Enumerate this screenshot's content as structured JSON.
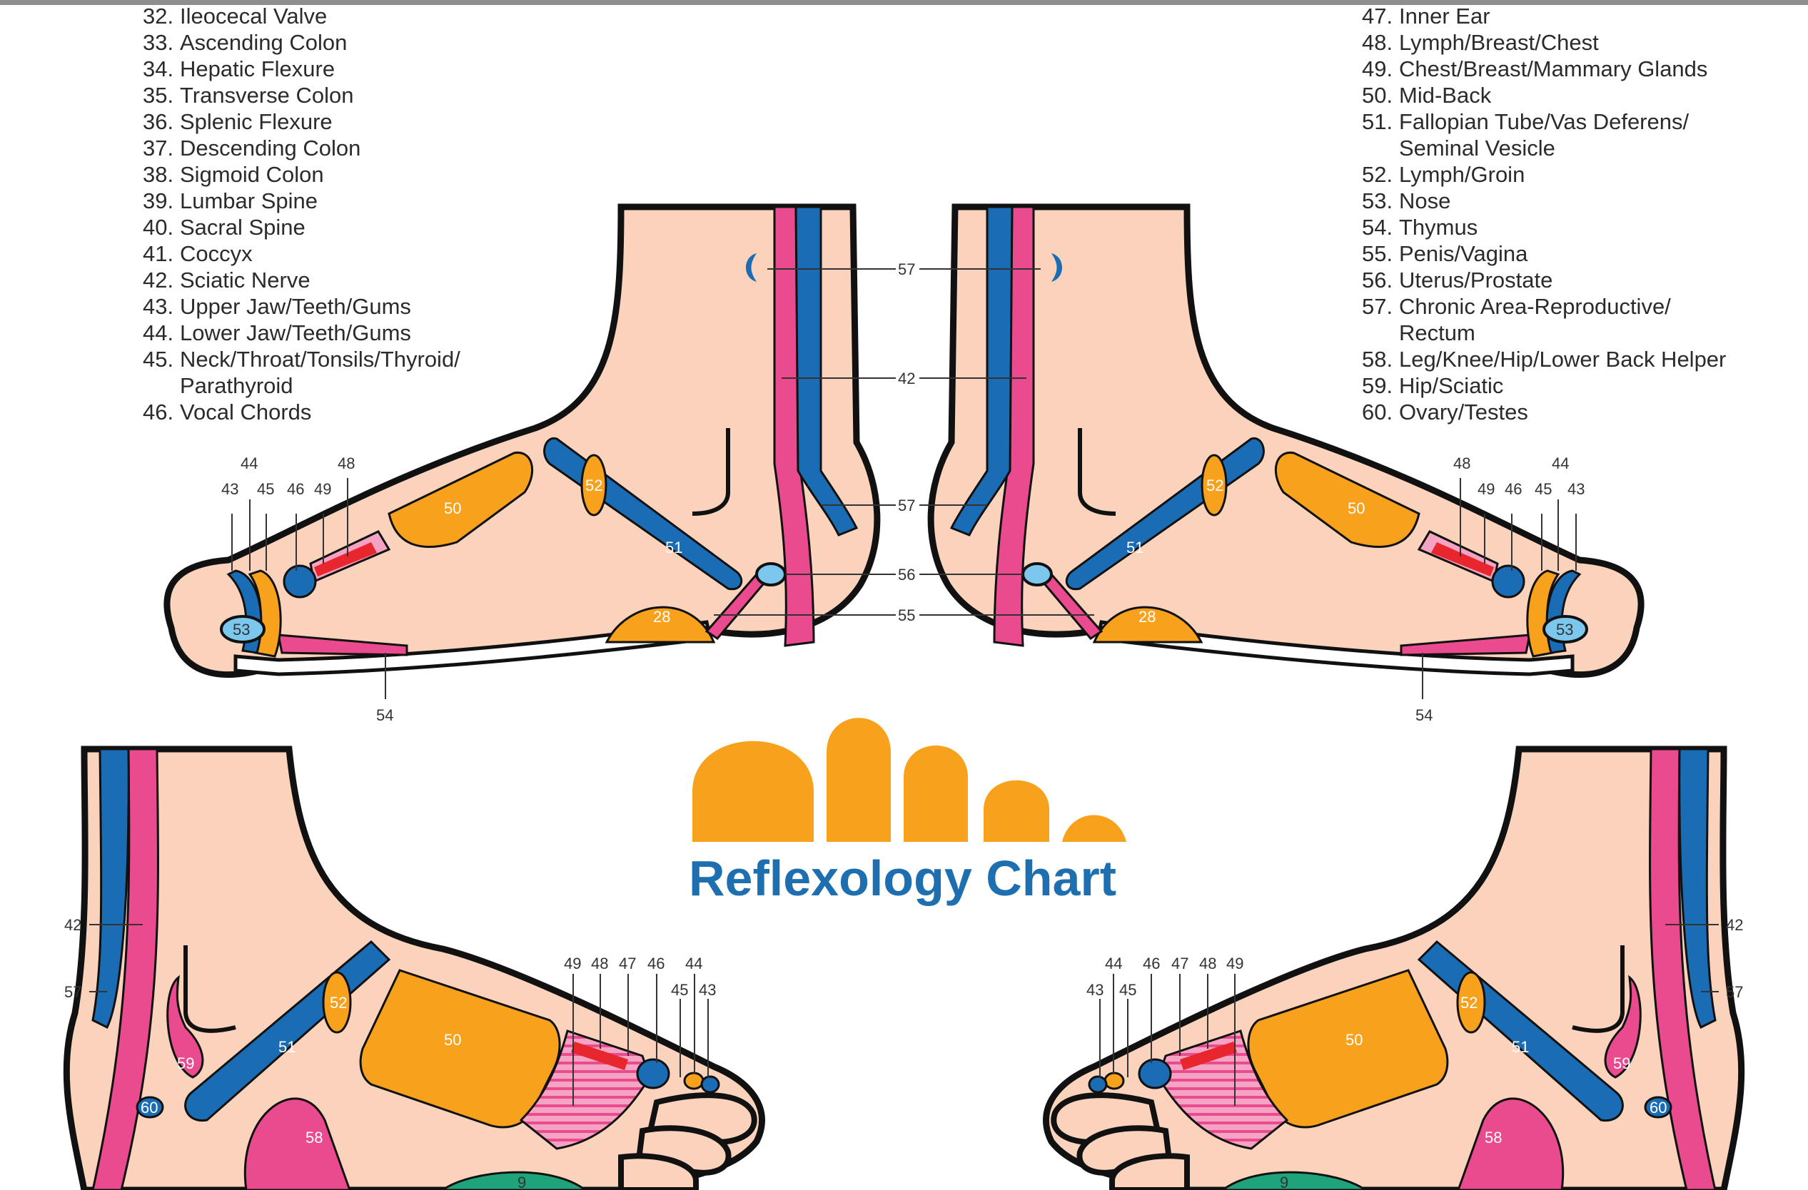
{
  "title": "Reflexology Chart",
  "legend_left": [
    {
      "num": "32.",
      "text": "Ileocecal Valve"
    },
    {
      "num": "33.",
      "text": "Ascending Colon"
    },
    {
      "num": "34.",
      "text": "Hepatic Flexure"
    },
    {
      "num": "35.",
      "text": "Transverse Colon"
    },
    {
      "num": "36.",
      "text": "Splenic Flexure"
    },
    {
      "num": "37.",
      "text": "Descending Colon"
    },
    {
      "num": "38.",
      "text": "Sigmoid Colon"
    },
    {
      "num": "39.",
      "text": "Lumbar Spine"
    },
    {
      "num": "40.",
      "text": "Sacral Spine"
    },
    {
      "num": "41.",
      "text": "Coccyx"
    },
    {
      "num": "42.",
      "text": "Sciatic Nerve"
    },
    {
      "num": "43.",
      "text": "Upper Jaw/Teeth/Gums"
    },
    {
      "num": "44.",
      "text": "Lower Jaw/Teeth/Gums"
    },
    {
      "num": "45.",
      "text": "Neck/Throat/Tonsils/Thyroid/"
    },
    {
      "num": "",
      "text": "Parathyroid"
    },
    {
      "num": "46.",
      "text": "Vocal Chords"
    }
  ],
  "legend_right": [
    {
      "num": "47.",
      "text": "Inner Ear"
    },
    {
      "num": "48.",
      "text": "Lymph/Breast/Chest"
    },
    {
      "num": "49.",
      "text": "Chest/Breast/Mammary Glands"
    },
    {
      "num": "50.",
      "text": "Mid-Back"
    },
    {
      "num": "51.",
      "text": "Fallopian Tube/Vas Deferens/"
    },
    {
      "num": "",
      "text": "Seminal Vesicle"
    },
    {
      "num": "52.",
      "text": "Lymph/Groin"
    },
    {
      "num": "53.",
      "text": "Nose"
    },
    {
      "num": "54.",
      "text": "Thymus"
    },
    {
      "num": "55.",
      "text": "Penis/Vagina"
    },
    {
      "num": "56.",
      "text": "Uterus/Prostate"
    },
    {
      "num": "57.",
      "text": "Chronic Area-Reproductive/"
    },
    {
      "num": "",
      "text": "Rectum"
    },
    {
      "num": "58.",
      "text": "Leg/Knee/Hip/Lower Back Helper"
    },
    {
      "num": "59.",
      "text": "Hip/Sciatic"
    },
    {
      "num": "60.",
      "text": "Ovary/Testes"
    }
  ],
  "labels": {
    "n9": "9",
    "n28": "28",
    "n42": "42",
    "n43": "43",
    "n44": "44",
    "n45": "45",
    "n46": "46",
    "n47": "47",
    "n48": "48",
    "n49": "49",
    "n50": "50",
    "n51": "51",
    "n52": "52",
    "n53": "53",
    "n54": "54",
    "n55": "55",
    "n56": "56",
    "n57": "57",
    "n58": "58",
    "n59": "59",
    "n60": "60"
  },
  "colors": {
    "skin": "#fbd3bc",
    "outline": "#111111",
    "orange": "#f7a11c",
    "blue": "#1a6db5",
    "pink": "#ea4a8e",
    "light_pink": "#f5a3c2",
    "red": "#e8262e",
    "light_blue": "#7cc7ee",
    "green": "#1fa37a",
    "title": "#1e6fb0"
  }
}
